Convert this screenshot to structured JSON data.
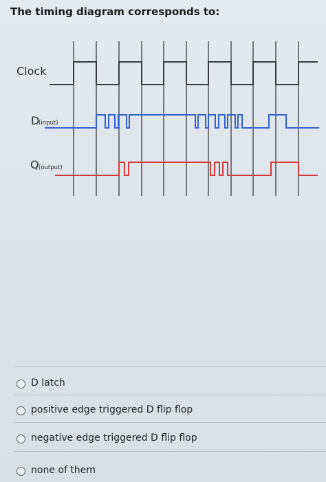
{
  "question": {
    "text": "The timing diagram corresponds to:"
  },
  "diagram": {
    "labels": {
      "clock": "Clock",
      "d_main": "D",
      "d_sub": "(input)",
      "q_main": "Q",
      "q_sub": "(output)"
    },
    "colors": {
      "clock": "#3a3a3a",
      "d_input": "#2f5fd0",
      "q_output": "#d23a3a",
      "grid": "#3a3a3a"
    }
  },
  "options": [
    {
      "label": "D latch",
      "selected": false
    },
    {
      "label": "positive edge triggered D flip flop",
      "selected": false
    },
    {
      "label": "negative edge triggered D flip flop",
      "selected": false
    },
    {
      "label": "none of them",
      "selected": false
    }
  ]
}
